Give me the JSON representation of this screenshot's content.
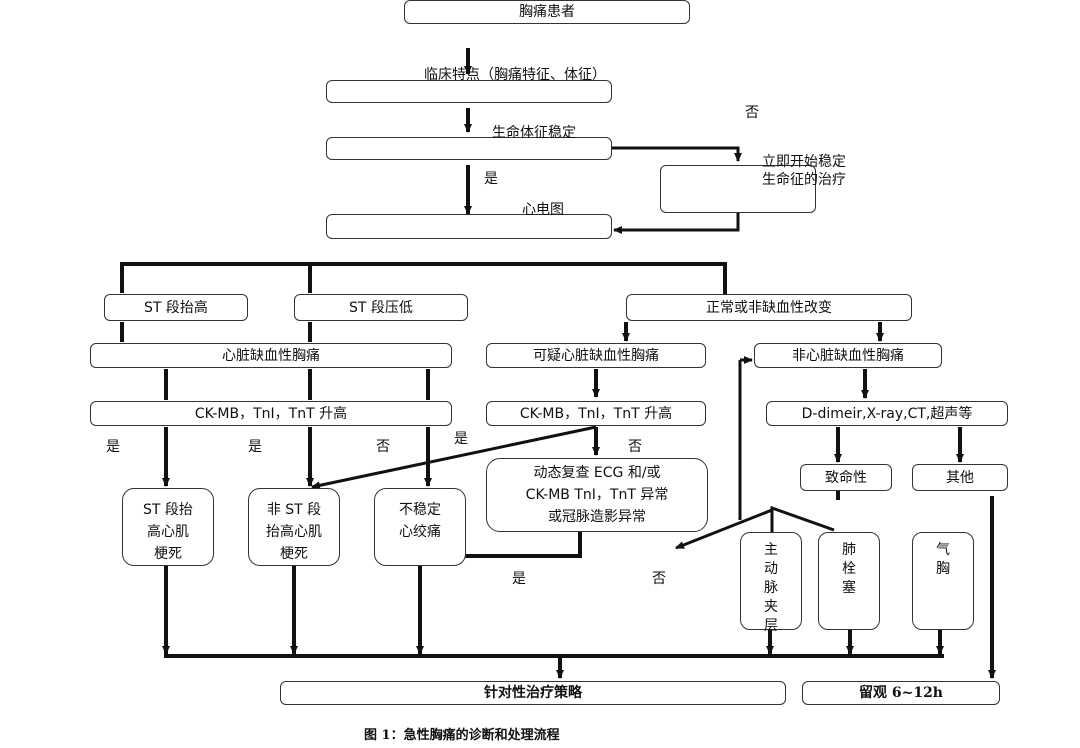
{
  "nodes": {
    "patient": "胸痛患者",
    "clinical_features": "",
    "vitals_stable": "",
    "stabilize_vitals": "立即开始稳定\n生命征的治疗",
    "ecg": "",
    "st_elevation": "ST 段抬高",
    "st_depression": "ST 段压低",
    "normal_nonischemic": "正常或非缺血性改变",
    "ischemic_chest_pain": "心脏缺血性胸痛",
    "suspected_ischemic": "可疑心脏缺血性胸痛",
    "non_ischemic": "非心脏缺血性胸痛",
    "markers_left": "CK-MB，TnI，TnT 升高",
    "markers_mid": "CK-MB，TnI，TnT 升高",
    "workup": "D-dimeir,X-ray,CT,超声等",
    "dynamic_tests": "动态复查 ECG 和/或\nCK-MB TnI，TnT 异常\n或冠脉造影异常",
    "stemi": "ST 段抬\n高心肌\n梗死",
    "nstemi": "非 ST 段\n抬高心肌\n梗死",
    "unstable_angina": "不稳定\n心绞痛",
    "fatal": "致命性",
    "other": "其他",
    "aortic_dissection": "主\n动\n脉\n夹\n层",
    "pulmonary_embolism": "肺\n栓\n塞",
    "pneumothorax": "气\n胸",
    "targeted_treatment": "针对性治疗策略",
    "observe": "留观 6~12h"
  },
  "labels": {
    "clinical_features": "临床特点（胸痛特征、体征）",
    "vitals_stable": "生命体征稳定",
    "ecg": "心电图",
    "no_top": "否",
    "yes_vitals": "是",
    "yes_1": "是",
    "yes_2": "是",
    "no_1": "否",
    "yes_3": "是",
    "no_2": "否",
    "yes_4": "是",
    "no_3": "否"
  },
  "caption": "图 1：急性胸痛的诊断和处理流程"
}
